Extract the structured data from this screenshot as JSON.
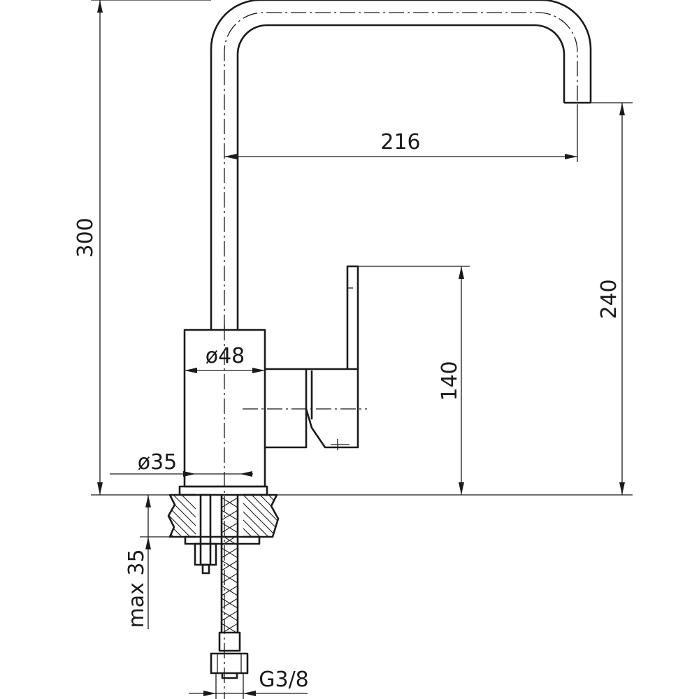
{
  "drawing": {
    "dimensions": {
      "total_height": "300",
      "spout_reach": "216",
      "spout_height": "240",
      "handle_height": "140",
      "body_diameter": "ø48",
      "base_diameter": "ø35",
      "max_countertop": "max 35",
      "connection_thread": "G3/8"
    }
  }
}
